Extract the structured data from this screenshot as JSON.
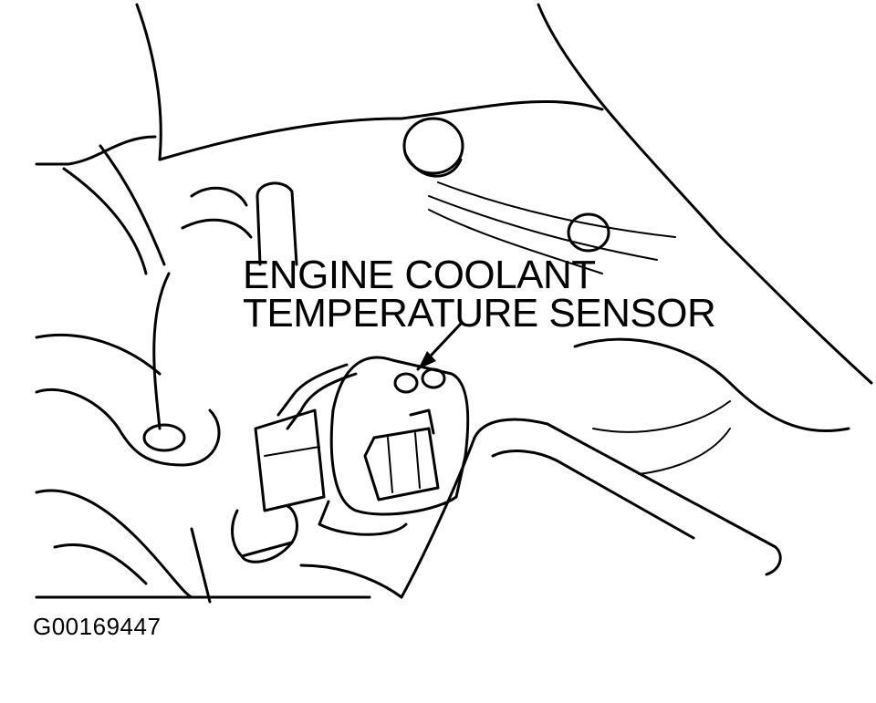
{
  "callout": {
    "line1": "ENGINE COOLANT",
    "line2": "TEMPERATURE SENSOR"
  },
  "figure_id": "G00169447",
  "colors": {
    "ink": "#000000",
    "paper": "#ffffff"
  }
}
